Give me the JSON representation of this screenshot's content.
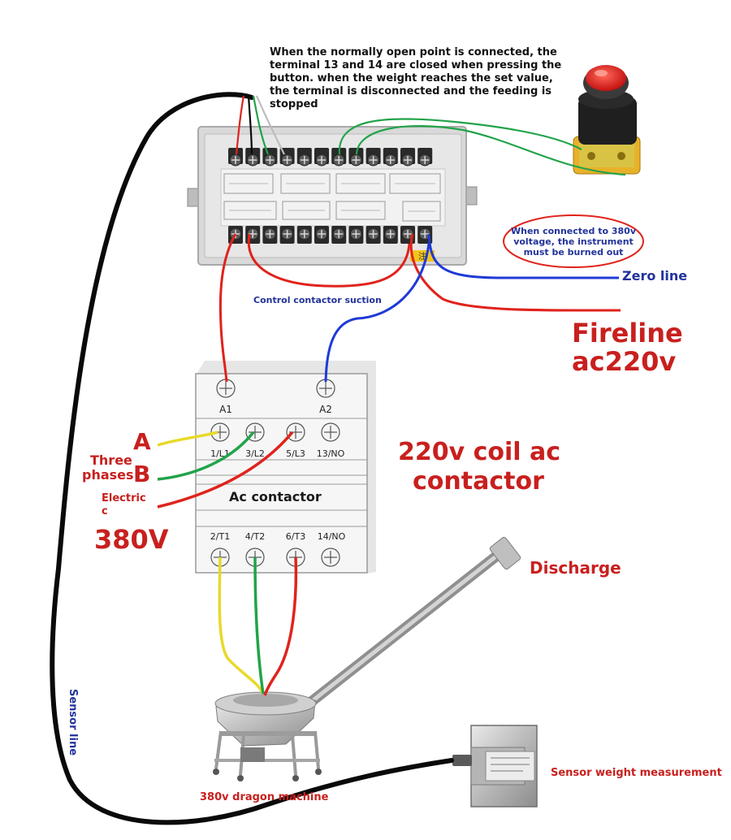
{
  "notes": {
    "top": "When the normally open point is connected, the terminal 13 and 14 are closed when pressing the button. when the weight reaches the set value, the terminal is disconnected and the feeding is stopped",
    "warning": "When connected to 380v voltage, the instrument must be burned out"
  },
  "labels": {
    "zero_line": "Zero line",
    "fireline_1": "Fireline",
    "fireline_2": "ac220v",
    "control": "Control contactor suction",
    "coil_1": "220v coil ac",
    "coil_2": "contactor",
    "phase_a": "A",
    "phase_b": "B",
    "three_1": "Three",
    "three_2": "phases",
    "electric_1": "Electric",
    "electric_2": "c",
    "v380": "380V",
    "discharge": "Discharge",
    "sensor_line": "Sensor line",
    "sensor_weight": "Sensor weight measurement",
    "dragon": "380v dragon machine",
    "ac_contactor": "Ac contactor",
    "instrument_tag": "注"
  },
  "contactor_terminals": {
    "coil": [
      "A1",
      "A2"
    ],
    "inputs": [
      "1/L1",
      "3/L2",
      "5/L3",
      "13/NO"
    ],
    "outputs": [
      "2/T1",
      "4/T2",
      "6/T3",
      "14/NO"
    ]
  },
  "colors": {
    "label_red": "#c8201e",
    "label_blue": "#22339a",
    "wire_red": "#e0231c",
    "wire_blue": "#1f3ad6",
    "wire_green": "#21a34a",
    "wire_yellow": "#e8d92a",
    "wire_black": "#0a0a0a",
    "button_red": "#e02020"
  }
}
